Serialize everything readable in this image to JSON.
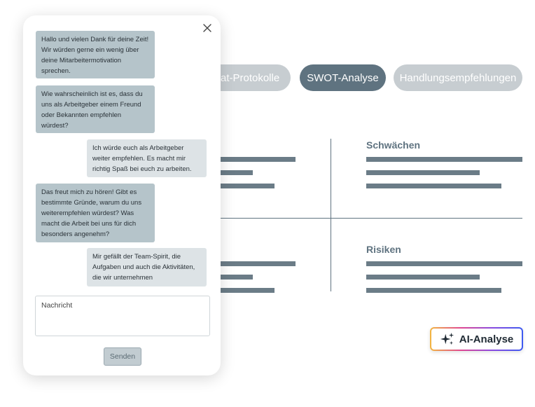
{
  "tabs": {
    "chat_protocol": "Chat-Protokolle",
    "swot": "SWOT-Analyse",
    "recommendations": "Handlungsempfehlungen"
  },
  "swot": {
    "weaknesses_title": "Schwächen",
    "risks_title": "Risiken"
  },
  "ai_button": {
    "label": "AI-Analyse",
    "icon": "sparkles-icon"
  },
  "chat": {
    "close_icon": "close-icon",
    "messages": [
      {
        "from": "bot",
        "text": "Hallo und vielen Dank für deine Zeit! Wir würden gerne ein wenig über deine Mitarbeitermotivation sprechen."
      },
      {
        "from": "bot",
        "text": "Wie wahrscheinlich ist es, dass du uns als Arbeitgeber einem Freund oder Bekannten empfehlen würdest?"
      },
      {
        "from": "user",
        "text": "Ich würde euch als Arbeitgeber weiter empfehlen. Es macht mir richtig Spaß bei euch zu arbeiten."
      },
      {
        "from": "bot",
        "text": "Das freut mich zu hören! Gibt es bestimmte Gründe, warum du uns weiterempfehlen würdest? Was macht die Arbeit bei uns für dich besonders angenehm?"
      },
      {
        "from": "user",
        "text": "Mir gefällt der Team-Spirit, die Aufgaben und auch die Aktivitäten, die wir unternehmen"
      }
    ],
    "input_placeholder": "Nachricht",
    "send_label": "Senden"
  },
  "colors": {
    "tab_active": "#5f7380",
    "tab_inactive": "#c7cdd1",
    "bar": "#6b7c87",
    "bubble_bot": "#b5c4ca",
    "bubble_user": "#dde3e6"
  }
}
